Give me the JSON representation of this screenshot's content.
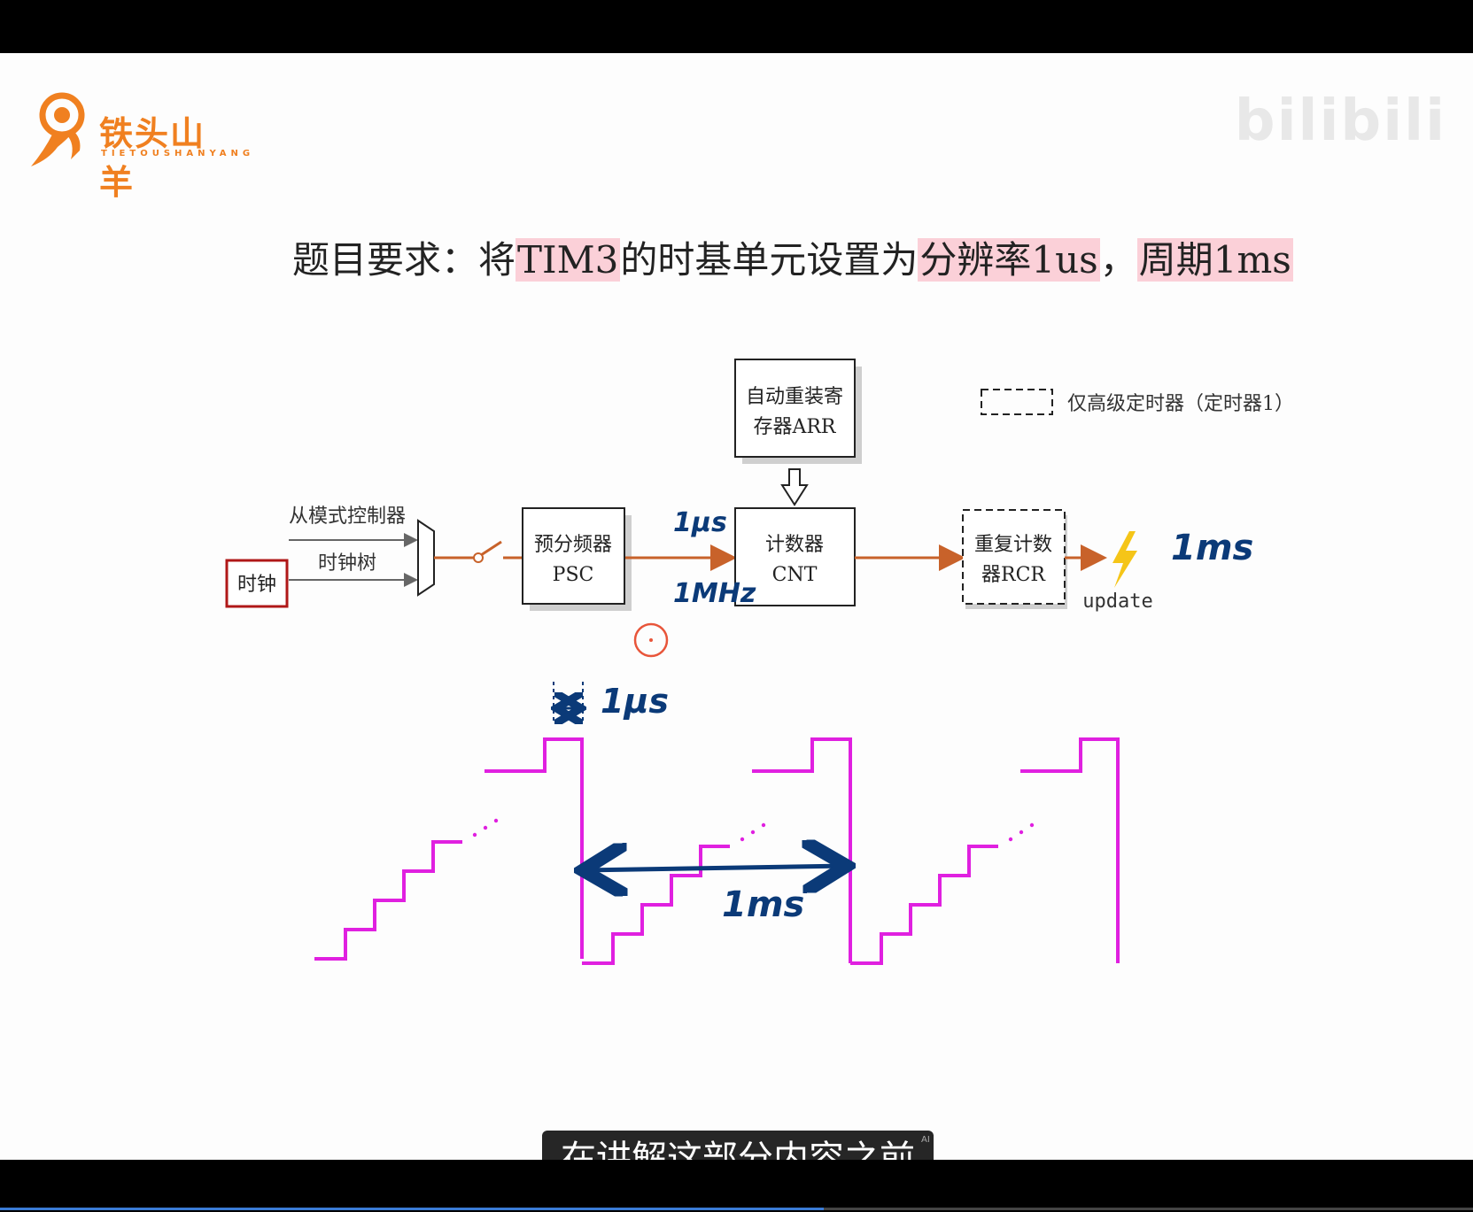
{
  "slide": {
    "logo_text": "铁头山羊",
    "logo_sub": "TIETOUSHANYANG",
    "watermark": "bilibili",
    "title_prefix": "题目要求：将",
    "title_hl1": "TIM3",
    "title_mid": "的时基单元设置为",
    "title_hl2": "分辨率1us",
    "title_comma": "，",
    "title_hl3": "周期1ms"
  },
  "diagram": {
    "clock_label": "时钟",
    "slave_label": "从模式控制器",
    "clock_tree_label": "时钟树",
    "psc_line1": "预分频器",
    "psc_line2": "PSC",
    "arr_line1": "自动重装寄",
    "arr_line2": "存器ARR",
    "cnt_line1": "计数器",
    "cnt_line2": "CNT",
    "rcr_line1": "重复计数",
    "rcr_line2": "器RCR",
    "update_label": "update",
    "legend_label": "仅高级定时器（定时器1）",
    "colors": {
      "arrow": "#c8622a",
      "clock_border": "#b01818",
      "waveform": "#e020e0",
      "annotation": "#0b3a78",
      "lightning": "#f5c518"
    }
  },
  "annotations": {
    "psc_out_top": "1μs",
    "psc_out_bottom": "1MHz",
    "update_note": "1ms",
    "step_width": "1μs",
    "period": "1ms"
  },
  "subtitle": {
    "text": "在讲解这部分内容之前",
    "badge": "AI"
  }
}
